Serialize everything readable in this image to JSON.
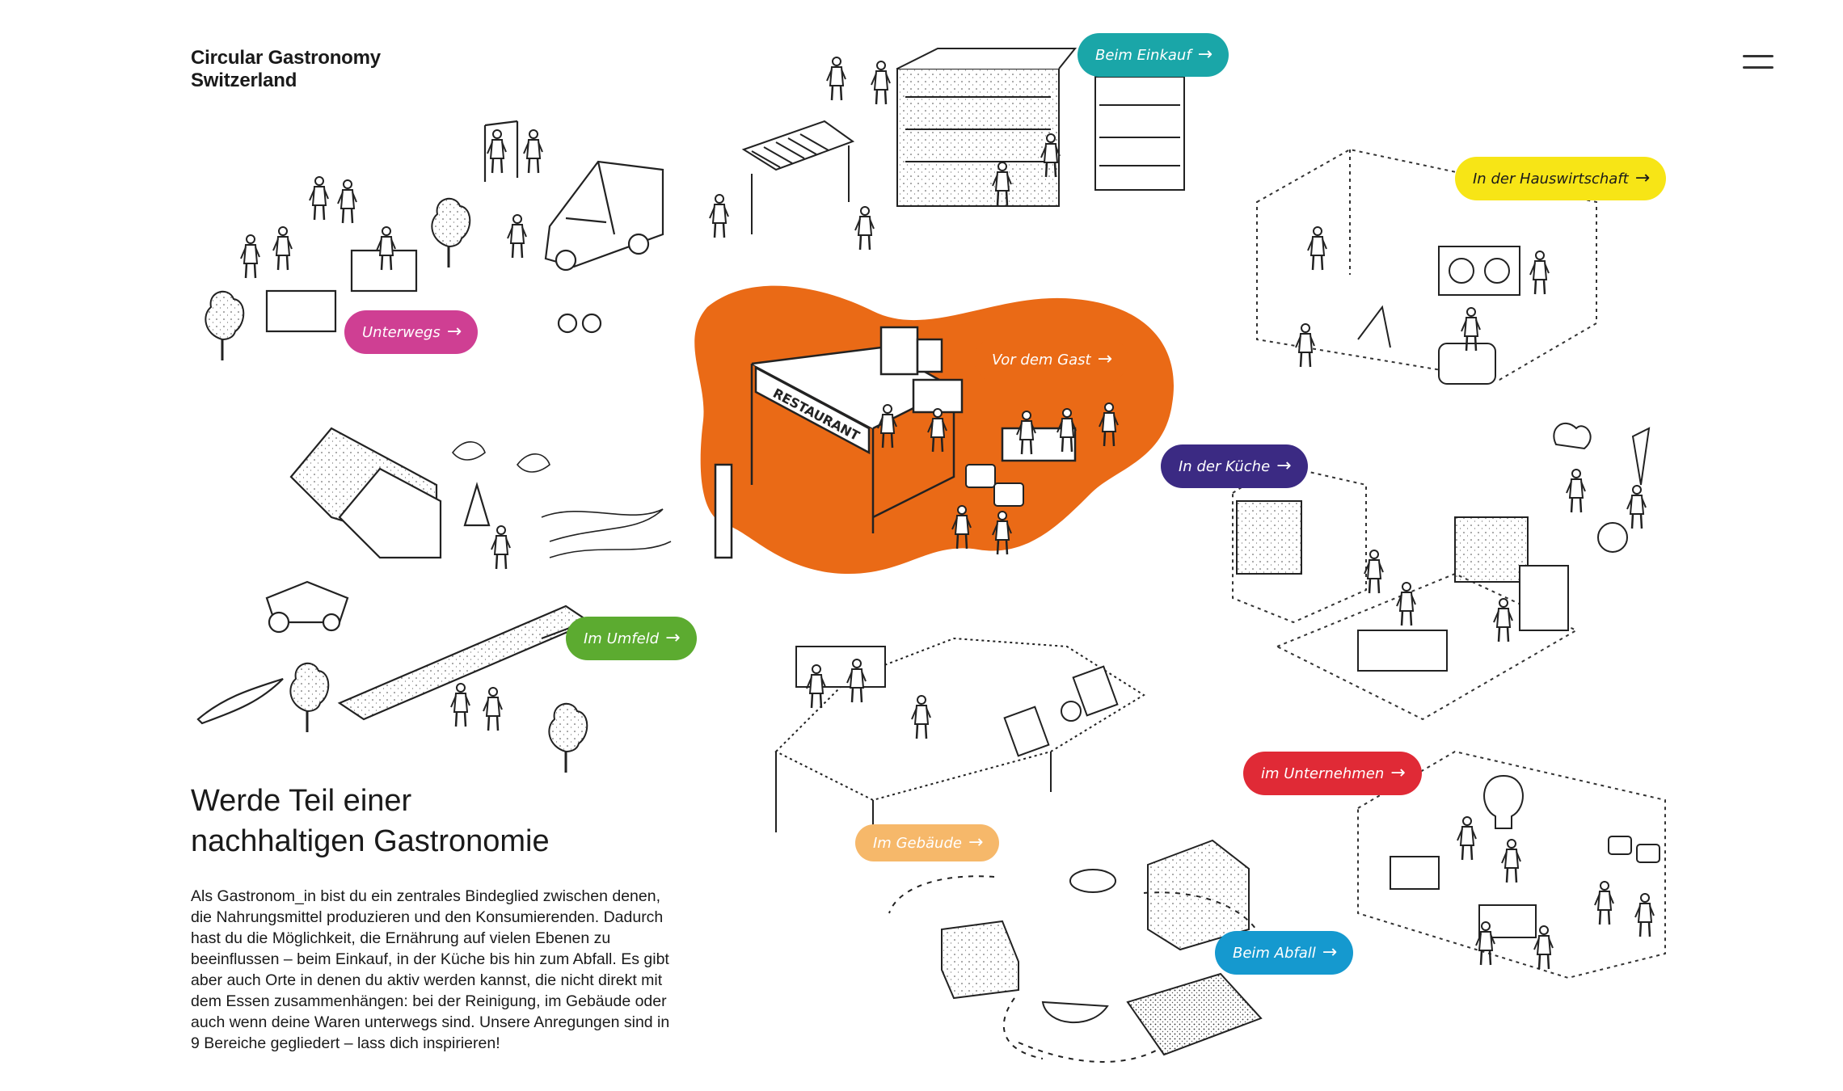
{
  "brand": {
    "line1": "Circular Gastronomy",
    "line2": "Switzerland"
  },
  "menu_icon": "hamburger-icon",
  "headline": {
    "line1": "Werde Teil einer",
    "line2": "nachhaltigen Gastronomie"
  },
  "intro": "Als Gastronom_in bist du ein zentrales Bindeglied zwischen denen, die Nahrungsmittel produzieren und den Konsumierenden. Dadurch hast du die Möglichkeit, die Ernährung auf vielen Ebenen zu beeinflussen – beim Einkauf, in der Küche bis hin zum Abfall. Es gibt aber auch Orte in denen du aktiv werden kannst, die nicht direkt mit dem Essen zusammenhängen: bei der Reinigung, im Gebäude oder auch wenn deine Waren unterwegs sind. Unsere Anregungen sind in 9 Bereiche gegliedert – lass dich inspirieren!",
  "arrow_glyph": "→",
  "areas": {
    "einkauf": {
      "label": "Beim Einkauf",
      "color": "#1aa6a8"
    },
    "hauswirtschaft": {
      "label": "In der Hauswirtschaft",
      "color": "#f7e516"
    },
    "unterwegs": {
      "label": "Unterwegs",
      "color": "#cf3f93"
    },
    "gast": {
      "label": "Vor dem Gast",
      "color": "#ea6a16"
    },
    "kueche": {
      "label": "In der Küche",
      "color": "#3b2a83"
    },
    "umfeld": {
      "label": "Im Umfeld",
      "color": "#5cab30"
    },
    "unternehmen": {
      "label": "im Unternehmen",
      "color": "#e02a36"
    },
    "gebaeude": {
      "label": "Im Gebäude",
      "color": "#f6b86a"
    },
    "abfall": {
      "label": "Beim Abfall",
      "color": "#1599cf"
    }
  },
  "illustration_signs": {
    "restaurant": "RESTAURANT"
  }
}
